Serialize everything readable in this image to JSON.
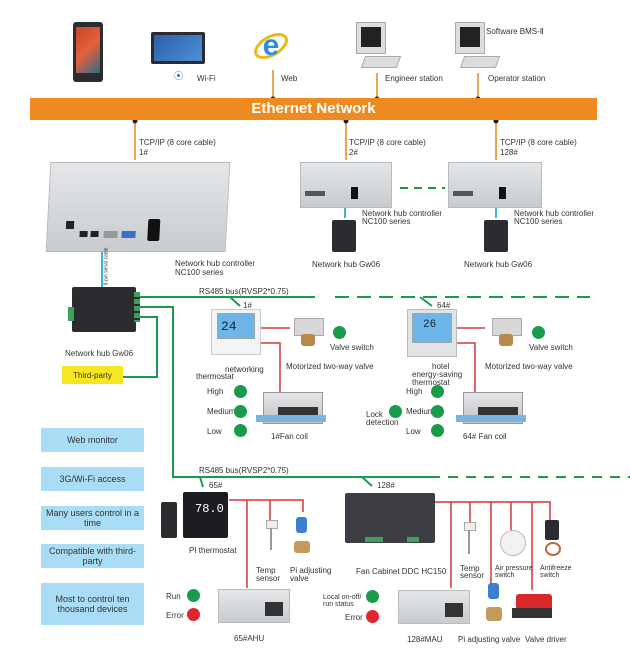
{
  "diagram": {
    "network_title": "Ethernet Network",
    "top_devices": [
      {
        "name": "mobile-phone",
        "label": ""
      },
      {
        "name": "tablet",
        "label": "Wi-Fi"
      },
      {
        "name": "web-browser",
        "label": "Web"
      },
      {
        "name": "engineer-station",
        "label": "Engineer station"
      },
      {
        "name": "operator-station",
        "label": "Operator station",
        "extra": "Software BMS-Ⅱ"
      }
    ],
    "controllers": [
      {
        "link": "TCP/IP (8 core cable)",
        "index": "1#",
        "label_line1": "Network hub controller",
        "label_line2": "NC100 series"
      },
      {
        "link": "TCP/IP (8 core cable)",
        "index": "2#",
        "label_line1": "Network hub controller",
        "label_line2": "NC100 series",
        "hub": "Network hub Gw06"
      },
      {
        "link": "TCP/IP (8 core cable)",
        "index": "128#",
        "label_line1": "Network hub controller",
        "label_line2": "NC100 series",
        "hub": "Network hub Gw06"
      }
    ],
    "main_hub": {
      "label": "Network hub Gw06",
      "cable": "9-pin serial cable",
      "third_party": "Third-party"
    },
    "bus_label": "RS485 bus(RVSP2*0.75)",
    "fan_coil_units": [
      {
        "index": "1#",
        "thermostat": [
          "networking",
          "thermostat"
        ],
        "valve_switch": "Valve switch",
        "valve": "Motorized two-way valve",
        "speeds": [
          "High",
          "Medium",
          "Low"
        ],
        "fan_coil": "1#Fan coil"
      },
      {
        "index": "64#",
        "thermostat": [
          "hotel",
          "energy-saving",
          "thermostat"
        ],
        "valve_switch": "Valve switch",
        "valve": "Motorized two-way valve",
        "speeds": [
          "High",
          "Medium",
          "Low"
        ],
        "lock": [
          "Lock",
          "detection"
        ],
        "fan_coil": "64# Fan coil"
      }
    ],
    "ahu": {
      "index": "65#",
      "thermostat": "PI thermostat",
      "thermostat_display": "78.0",
      "temp_sensor": [
        "Temp",
        "sensor"
      ],
      "valve": [
        "Pi adjusting",
        "valve"
      ],
      "run": "Run",
      "error": "Error",
      "unit": "65#AHU"
    },
    "mau": {
      "index": "128#",
      "ddc": "Fan Cabinet DDC HC150",
      "temp_sensor": [
        "Temp",
        "sensor"
      ],
      "air_pressure": [
        "Air pressure",
        "switch"
      ],
      "antifreeze": [
        "Antifreeze",
        "switch"
      ],
      "local": [
        "Local on-off/",
        "run status"
      ],
      "error": "Error",
      "unit": "128#MAU",
      "valve": "Pi adjusting valve",
      "driver": "Valve driver"
    },
    "thermostat_displays": [
      "24",
      "26"
    ],
    "features": [
      "Web monitor",
      "3G/Wi-Fi access",
      "Many users control in a time",
      "Compatible with third-party",
      "Most to control ten thousand devices"
    ],
    "colors": {
      "ethernet": "#ee8a1f",
      "bus": "#1a9b4b",
      "control_wire": "#d9363e",
      "serial": "#3bb3e0",
      "feature_bg": "#a9dcf5",
      "third_party_bg": "#f6e521",
      "status_on": "#1a9b4b",
      "status_error": "#e0262c"
    }
  }
}
